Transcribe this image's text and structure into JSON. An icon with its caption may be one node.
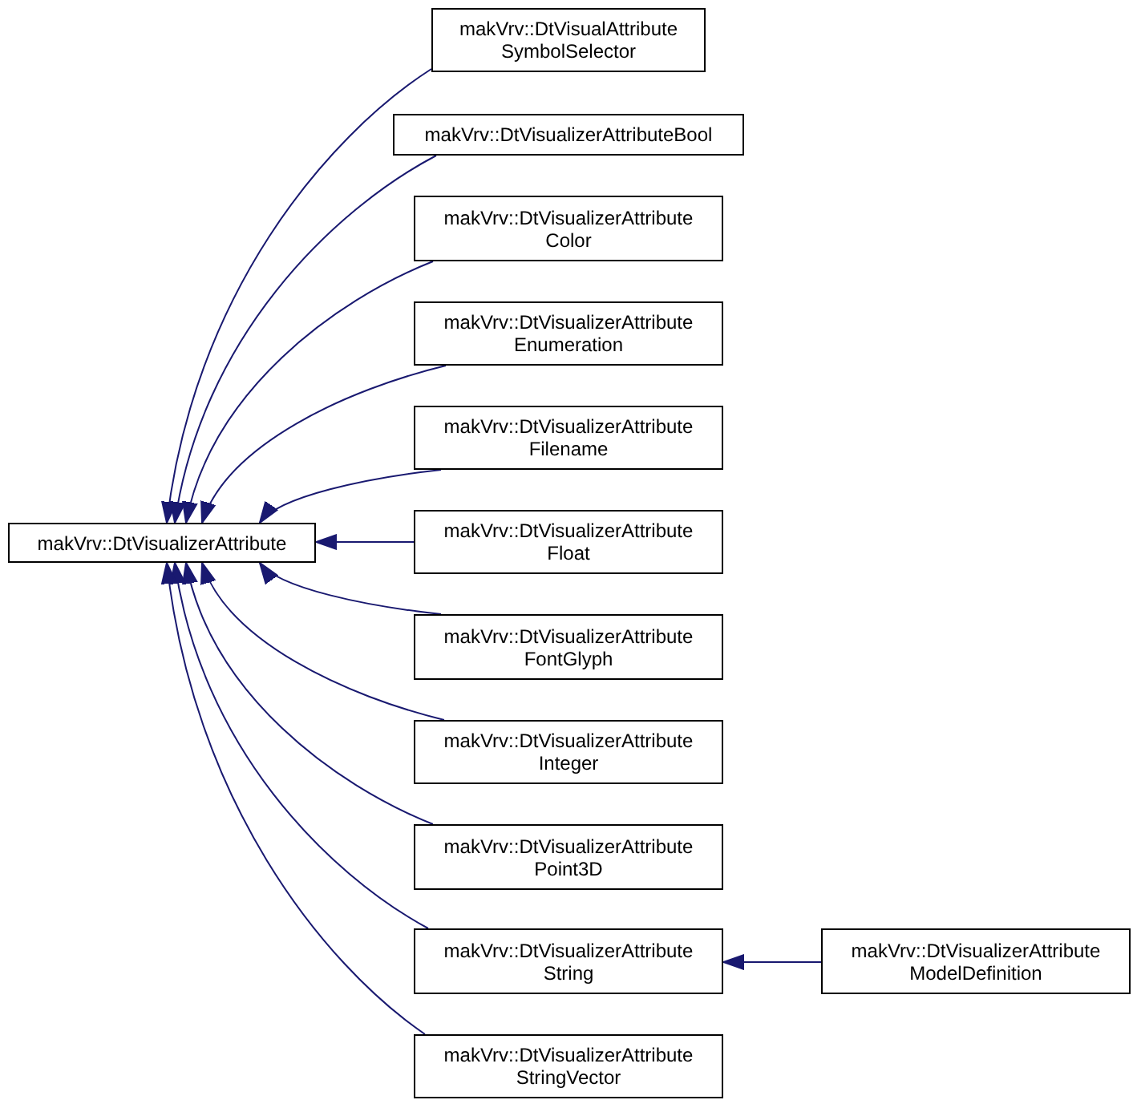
{
  "diagram": {
    "nodes": [
      {
        "text": [
          "makVrv::DtVisualizerAttribute"
        ]
      },
      {
        "text": [
          "makVrv::DtVisualAttribute SymbolSelector"
        ]
      },
      {
        "text": [
          "makVrv::DtVisualizerAttributeBool"
        ]
      },
      {
        "text": [
          "makVrv::DtVisualizerAttribute Color"
        ]
      },
      {
        "text": [
          "makVrv::DtVisualizerAttribute Enumeration"
        ]
      },
      {
        "text": [
          "makVrv::DtVisualizerAttribute Filename"
        ]
      },
      {
        "text": [
          "makVrv::DtVisualizerAttribute Float"
        ]
      },
      {
        "text": [
          "makVrv::DtVisualizerAttribute FontGlyph"
        ]
      },
      {
        "text": [
          "makVrv::DtVisualizerAttribute Integer"
        ]
      },
      {
        "text": [
          "makVrv::DtVisualizerAttribute Point3D"
        ]
      },
      {
        "text": [
          "makVrv::DtVisualizerAttribute String"
        ]
      },
      {
        "text": [
          "makVrv::DtVisualizerAttribute ModelDefinition"
        ]
      },
      {
        "text": [
          "makVrv::DtVisualizerAttribute StringVector"
        ]
      }
    ],
    "edges": [
      {
        "from": 1,
        "to": 0,
        "arrow": "to"
      },
      {
        "from": 2,
        "to": 0,
        "arrow": "to"
      },
      {
        "from": 3,
        "to": 0,
        "arrow": "to"
      },
      {
        "from": 4,
        "to": 0,
        "arrow": "to"
      },
      {
        "from": 5,
        "to": 0,
        "arrow": "to"
      },
      {
        "from": 6,
        "to": 0,
        "arrow": "to"
      },
      {
        "from": 7,
        "to": 0,
        "arrow": "to"
      },
      {
        "from": 8,
        "to": 0,
        "arrow": "to"
      },
      {
        "from": 9,
        "to": 0,
        "arrow": "to"
      },
      {
        "from": 10,
        "to": 0,
        "arrow": "to"
      },
      {
        "from": 11,
        "to": 10,
        "arrow": "to"
      },
      {
        "from": 12,
        "to": 0,
        "arrow": "to"
      }
    ]
  }
}
